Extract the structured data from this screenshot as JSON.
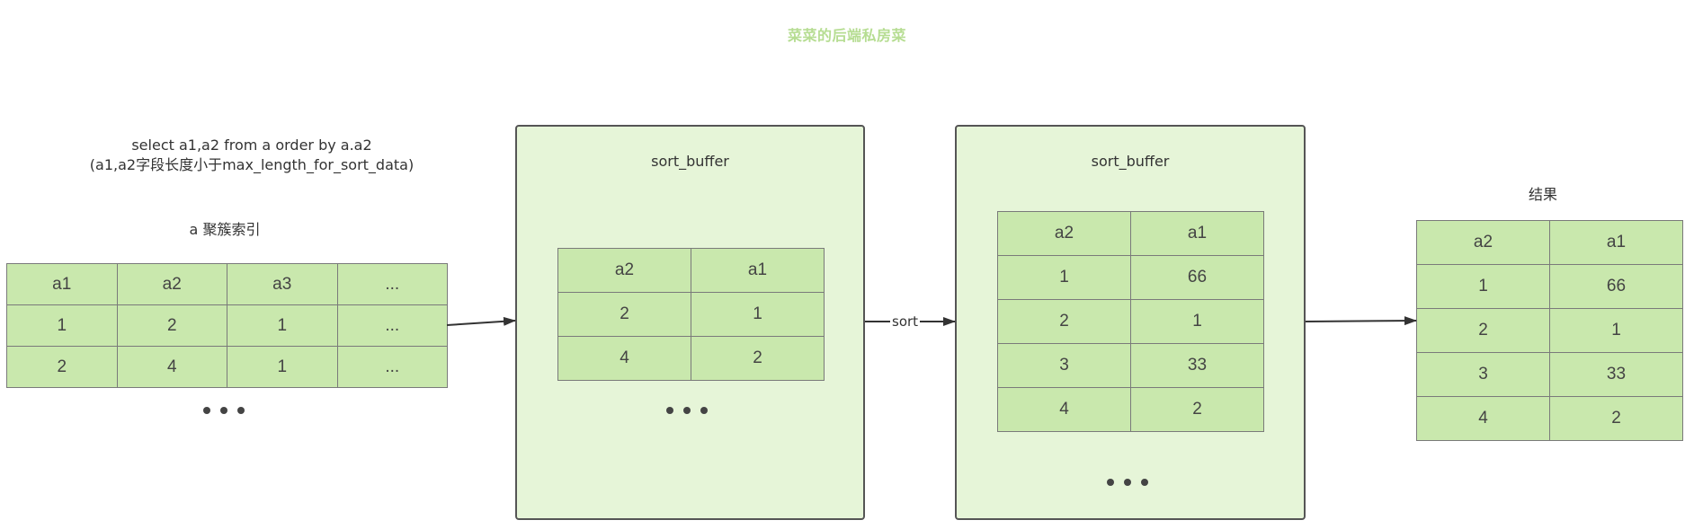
{
  "watermark": "菜菜的后端私房菜",
  "query": {
    "line1": "select a1,a2 from a order by a.a2",
    "line2": "(a1,a2字段长度小于max_length_for_sort_data)"
  },
  "index_title": "a 聚簇索引",
  "index_table": {
    "header": [
      "a1",
      "a2",
      "a3",
      "..."
    ],
    "rows": [
      [
        "1",
        "2",
        "1",
        "..."
      ],
      [
        "2",
        "4",
        "1",
        "..."
      ]
    ]
  },
  "buffer1": {
    "title": "sort_buffer",
    "header": [
      "a2",
      "a1"
    ],
    "rows": [
      [
        "2",
        "1"
      ],
      [
        "4",
        "2"
      ]
    ]
  },
  "sort_label": "sort",
  "buffer2": {
    "title": "sort_buffer",
    "header": [
      "a2",
      "a1"
    ],
    "rows": [
      [
        "1",
        "66"
      ],
      [
        "2",
        "1"
      ],
      [
        "3",
        "33"
      ],
      [
        "4",
        "2"
      ]
    ]
  },
  "result": {
    "title": "结果",
    "header": [
      "a2",
      "a1"
    ],
    "rows": [
      [
        "1",
        "66"
      ],
      [
        "2",
        "1"
      ],
      [
        "3",
        "33"
      ],
      [
        "4",
        "2"
      ]
    ]
  },
  "colors": {
    "cell_fill": "#c9e8ad",
    "panel_fill": "#e6f5d8",
    "watermark": "#b6dd92"
  }
}
